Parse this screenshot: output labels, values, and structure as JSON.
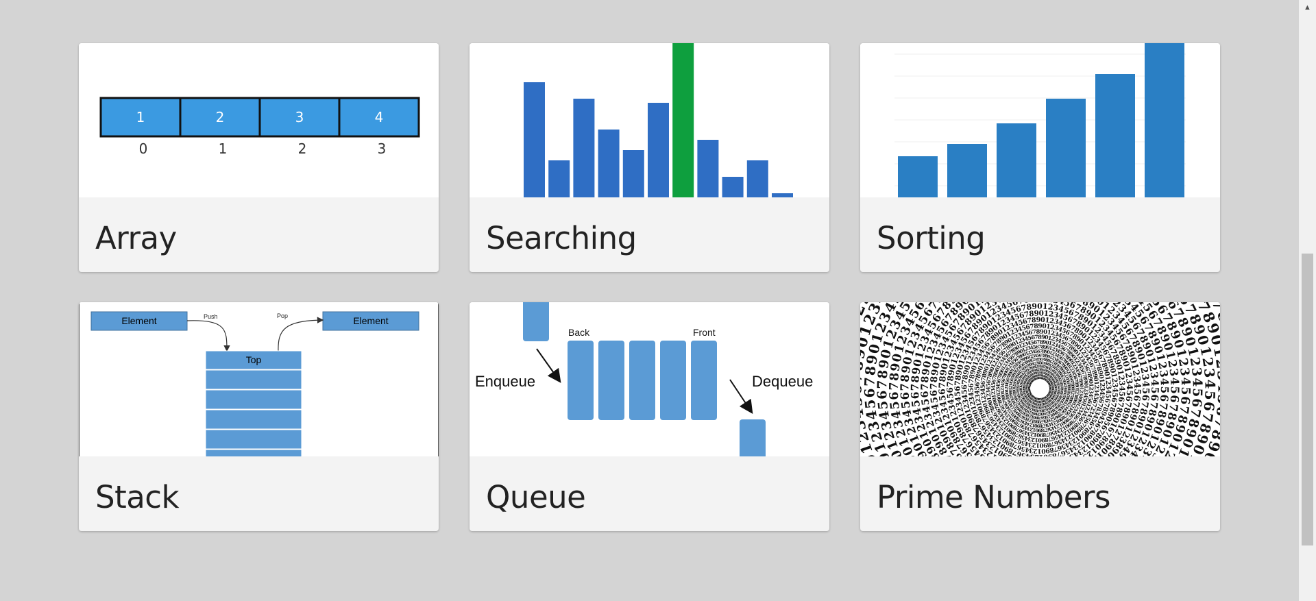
{
  "cards": [
    {
      "title": "Array",
      "array": {
        "values": [
          "1",
          "2",
          "3",
          "4"
        ],
        "indices": [
          "0",
          "1",
          "2",
          "3"
        ]
      }
    },
    {
      "title": "Searching",
      "bars": [
        56,
        18,
        48,
        33,
        23,
        46,
        75,
        28,
        10,
        18,
        2
      ],
      "highlight_index": 6
    },
    {
      "title": "Sorting",
      "bars": [
        20,
        26,
        36,
        48,
        60,
        75
      ]
    },
    {
      "title": "Stack",
      "labels": {
        "left_element": "Element",
        "right_element": "Element",
        "push": "Push",
        "pop": "Pop",
        "top": "Top"
      }
    },
    {
      "title": "Queue",
      "labels": {
        "enqueue": "Enqueue",
        "dequeue": "Dequeue",
        "back": "Back",
        "front": "Front"
      }
    },
    {
      "title": "Prime Numbers",
      "digits": "0123456789"
    }
  ],
  "colors": {
    "array_cell": "#3b9ae1",
    "search_bar": "#2f6ec4",
    "search_highlight": "#0e9f3e",
    "sort_bar": "#2a7fc4",
    "stack_box": "#5b9bd5",
    "queue_box": "#5b9bd5"
  },
  "icons": {
    "scroll_up": "triangle-up-icon"
  }
}
